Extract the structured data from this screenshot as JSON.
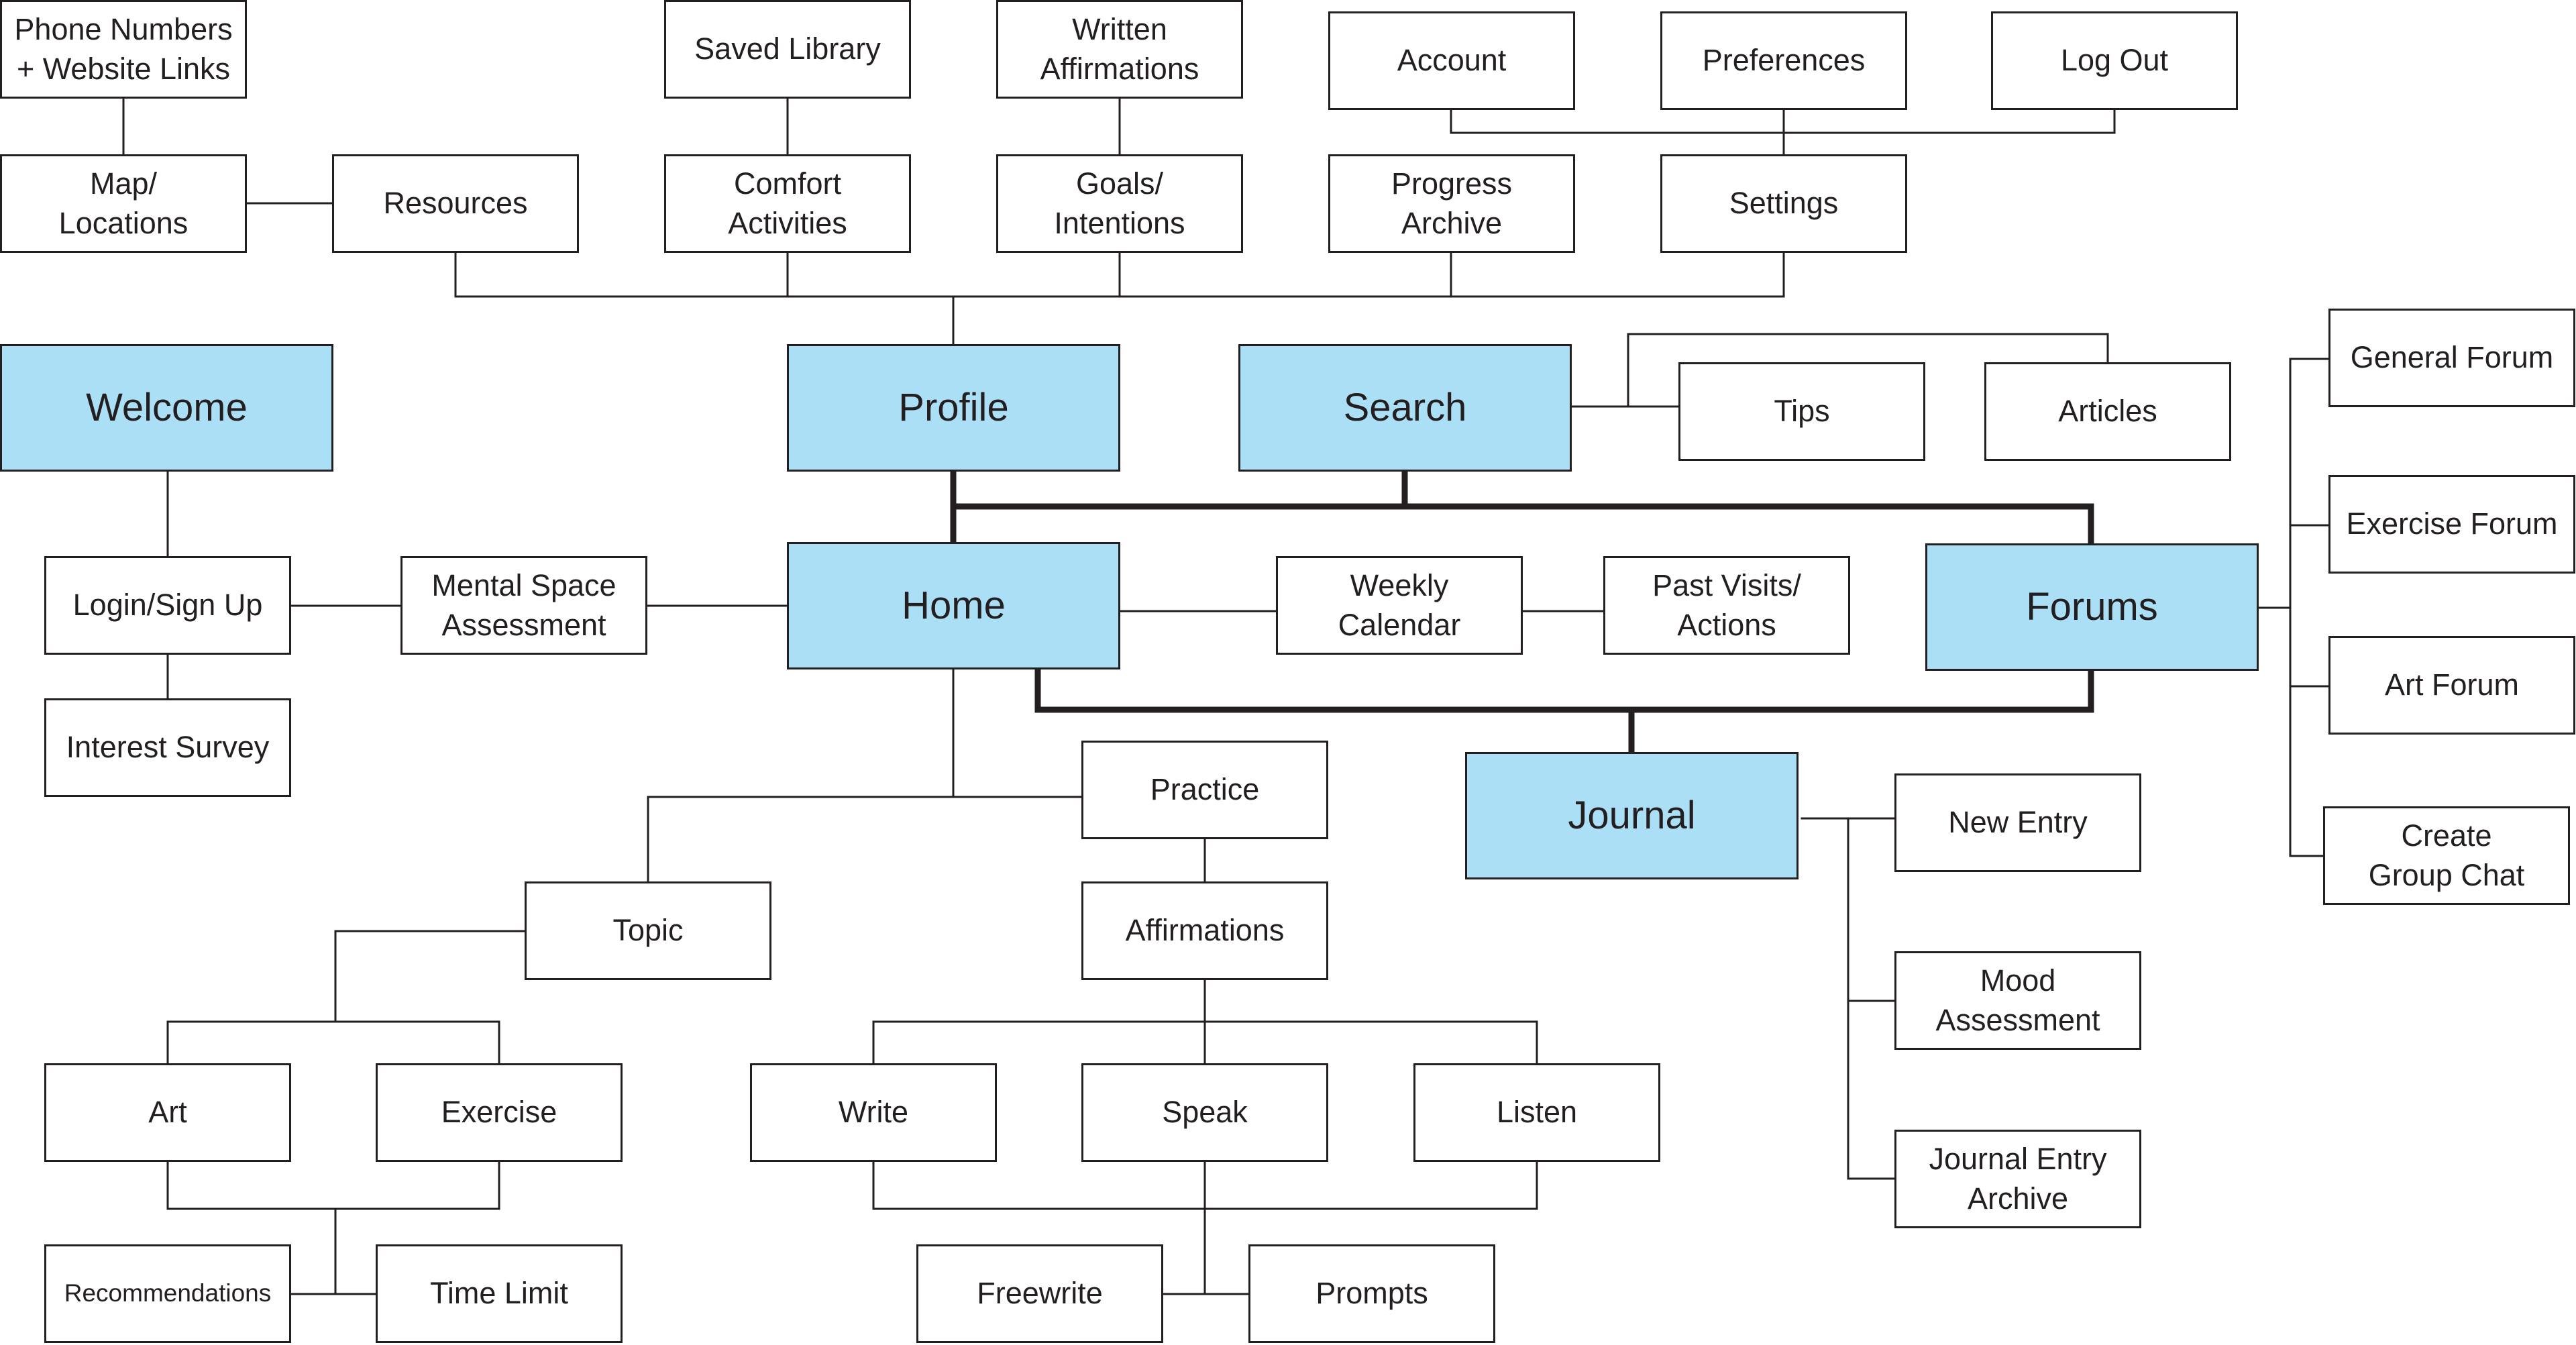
{
  "colors": {
    "primary_fill": "#aadff5",
    "secondary_fill": "#ffffff",
    "border": "#231f20",
    "connector": "#231f20"
  },
  "nodes": {
    "phone_numbers": "Phone Numbers\n+ Website Links",
    "saved_library": "Saved Library",
    "written_affirmations": "Written\nAffirmations",
    "account": "Account",
    "preferences": "Preferences",
    "log_out": "Log Out",
    "map_locations": "Map/\nLocations",
    "resources": "Resources",
    "comfort_activities": "Comfort\nActivities",
    "goals_intentions": "Goals/\nIntentions",
    "progress_archive": "Progress\nArchive",
    "settings": "Settings",
    "welcome": "Welcome",
    "profile": "Profile",
    "search": "Search",
    "tips": "Tips",
    "articles": "Articles",
    "general_forum": "General Forum",
    "exercise_forum": "Exercise Forum",
    "art_forum": "Art Forum",
    "create_group_chat": "Create\nGroup Chat",
    "login_signup": "Login/Sign Up",
    "mental_space": "Mental Space\nAssessment",
    "home": "Home",
    "weekly_calendar": "Weekly\nCalendar",
    "past_visits": "Past Visits/\nActions",
    "forums": "Forums",
    "interest_survey": "Interest Survey",
    "practice": "Practice",
    "journal": "Journal",
    "new_entry": "New Entry",
    "topic": "Topic",
    "affirmations": "Affirmations",
    "mood_assessment": "Mood\nAssessment",
    "art": "Art",
    "exercise": "Exercise",
    "write": "Write",
    "speak": "Speak",
    "listen": "Listen",
    "journal_entry_archive": "Journal Entry\nArchive",
    "recommendations": "Recommendations",
    "time_limit": "Time Limit",
    "freewrite": "Freewrite",
    "prompts": "Prompts"
  }
}
